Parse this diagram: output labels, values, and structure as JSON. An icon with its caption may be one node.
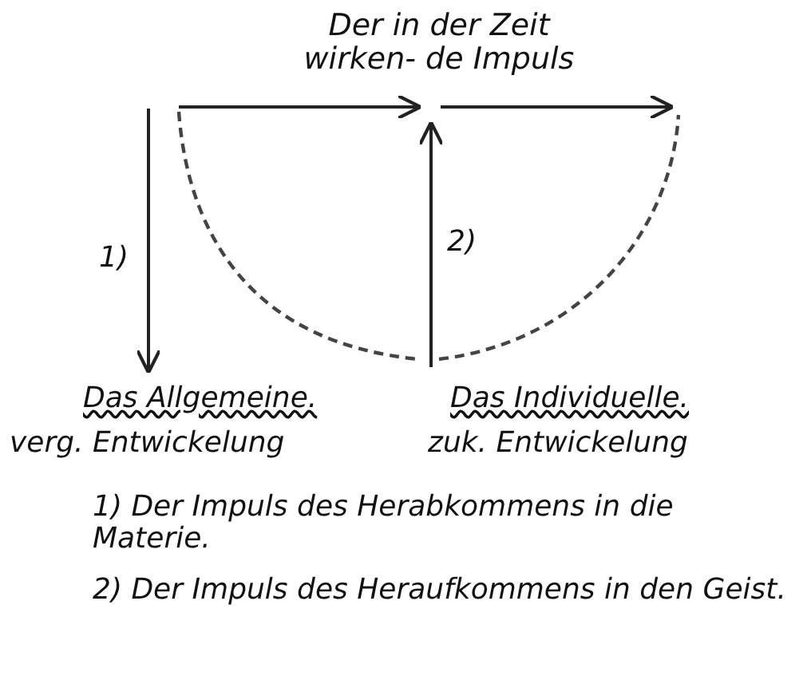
{
  "diagram": {
    "title": "Der in der Zeit wirken- de Impuls",
    "labels": [
      "1)",
      "2)",
      "Das Allgemeine.",
      "Das Individuelle.",
      "verg. Entwickelung",
      "zuk. Entwickelung",
      "1) Der Impuls des Herabkommens in die Materie.",
      "2) Der Impuls des Heraufkommens in den Geist."
    ]
  }
}
